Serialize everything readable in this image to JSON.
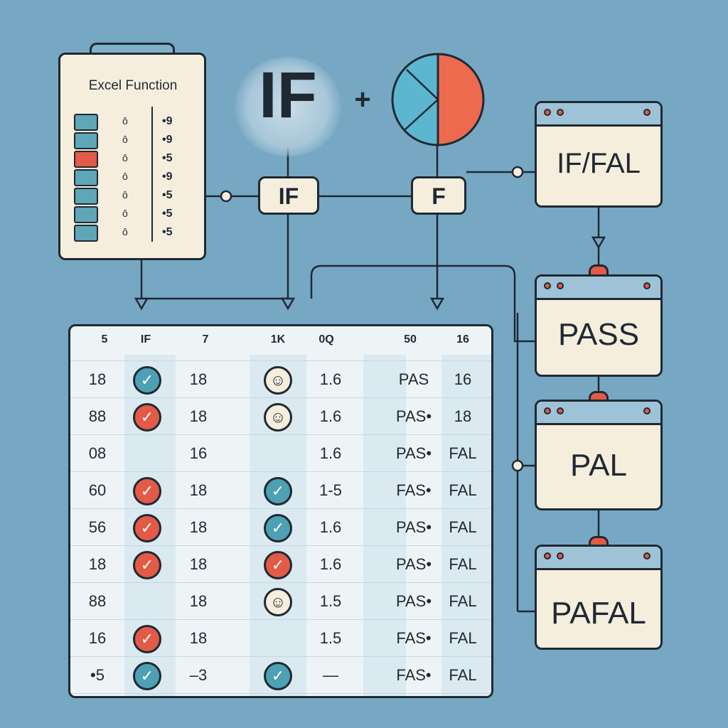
{
  "clipboard": {
    "title": "Excel Function",
    "legend": [
      {
        "color": "#5fa6b6",
        "mark": "ô",
        "value": "•9"
      },
      {
        "color": "#5fa6b6",
        "mark": "ô",
        "value": "•9"
      },
      {
        "color": "#e35a47",
        "mark": "ô",
        "value": "•5"
      },
      {
        "color": "#5fa6b6",
        "mark": "ô",
        "value": "•9"
      },
      {
        "color": "#5fa6b6",
        "mark": "ô",
        "value": "•5"
      },
      {
        "color": "#5fa6b6",
        "mark": "ô",
        "value": "•5"
      },
      {
        "color": "#5fa6b6",
        "mark": "ô",
        "value": "•5"
      }
    ]
  },
  "heading": {
    "function": "IF",
    "plus": "+"
  },
  "pie": {
    "slices": [
      {
        "share": 0.5,
        "color": "#ee6a4f"
      },
      {
        "share": 0.5,
        "color": "#5db6d0"
      }
    ]
  },
  "nodes": {
    "if_label": "IF",
    "f_label": "F"
  },
  "results": {
    "iffal": "IF/FAL",
    "pass": "PASS",
    "pal": "PAL",
    "pafal": "PAFAL"
  },
  "table": {
    "headers": [
      "5",
      "IF",
      "7",
      "1K",
      "0Q",
      "50",
      "16"
    ],
    "rows": [
      {
        "a": "18",
        "icon1": "check",
        "b": "18",
        "icon2": "avatar",
        "c": "1.6",
        "d": "PAS",
        "e": "16"
      },
      {
        "a": "88",
        "icon1": "x",
        "b": "18",
        "icon2": "avatar",
        "c": "1.6",
        "d": "PAS•",
        "e": "18"
      },
      {
        "a": "08",
        "icon1": "",
        "b": "16",
        "icon2": "",
        "c": "1.6",
        "d": "PAS•",
        "e": "FAL"
      },
      {
        "a": "60",
        "icon1": "x",
        "b": "18",
        "icon2": "check",
        "c": "1-5",
        "d": "FAS•",
        "e": "FAL"
      },
      {
        "a": "56",
        "icon1": "x",
        "b": "18",
        "icon2": "check",
        "c": "1.6",
        "d": "PAS•",
        "e": "FAL"
      },
      {
        "a": "18",
        "icon1": "x",
        "b": "18",
        "icon2": "x",
        "c": "1.6",
        "d": "PAS•",
        "e": "FAL"
      },
      {
        "a": "88",
        "icon1": "",
        "b": "18",
        "icon2": "avatar",
        "c": "1.5",
        "d": "PAS•",
        "e": "FAL"
      },
      {
        "a": "16",
        "icon1": "x",
        "b": "18",
        "icon2": "",
        "c": "1.5",
        "d": "FAS•",
        "e": "FAL"
      },
      {
        "a": "•5",
        "icon1": "check",
        "b": "–3",
        "icon2": "check",
        "c": "—",
        "d": "FAS•",
        "e": "FAL"
      }
    ]
  },
  "colors": {
    "background": "#77a8c3",
    "card": "#f6eedd",
    "outline": "#1f2933",
    "accent_red": "#e35a47",
    "accent_teal": "#4ea0b4"
  }
}
